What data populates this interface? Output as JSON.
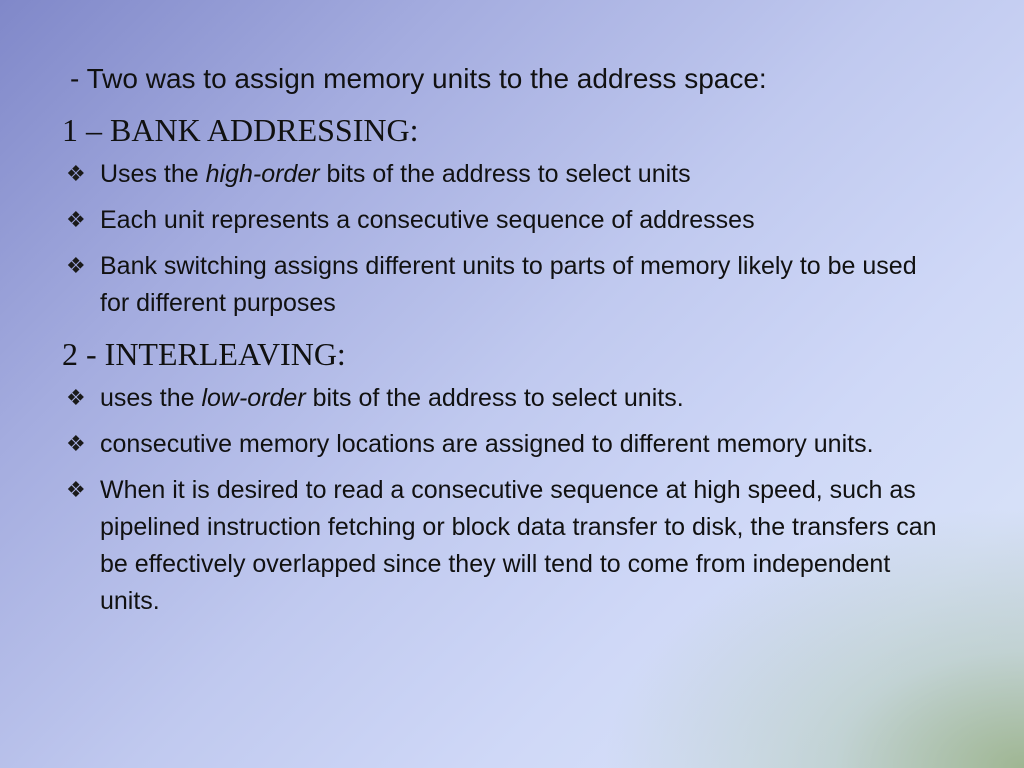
{
  "slide": {
    "intro": "- Two was to assign memory units to the address space:",
    "sections": [
      {
        "heading": "1 – BANK ADDRESSING:",
        "bullets": [
          {
            "pre": "Uses the ",
            "em": "high-order",
            "post": " bits of the address to select units"
          },
          {
            "pre": "Each unit represents a consecutive sequence of addresses",
            "em": "",
            "post": ""
          },
          {
            "pre": "Bank switching assigns different units to parts of memory likely to be used for different purposes",
            "em": "",
            "post": ""
          }
        ]
      },
      {
        "heading": "2 -  INTERLEAVING:",
        "bullets": [
          {
            "pre": "uses the ",
            "em": "low-order",
            "post": " bits of the address to select units."
          },
          {
            "pre": "consecutive memory locations are assigned to different memory units.",
            "em": "",
            "post": ""
          },
          {
            "pre": "When it is desired to read a consecutive sequence at high speed, such as pipelined instruction fetching or block data transfer to disk, the transfers can be effectively overlapped since they will tend to come from independent units.",
            "em": "",
            "post": ""
          }
        ]
      }
    ],
    "bullet_icon": "diamond-bullet-icon"
  },
  "colors": {
    "gradient_start": "#8088c9",
    "gradient_end": "#d6e0f8",
    "corner_tint": "#96af82",
    "text": "#111111"
  }
}
